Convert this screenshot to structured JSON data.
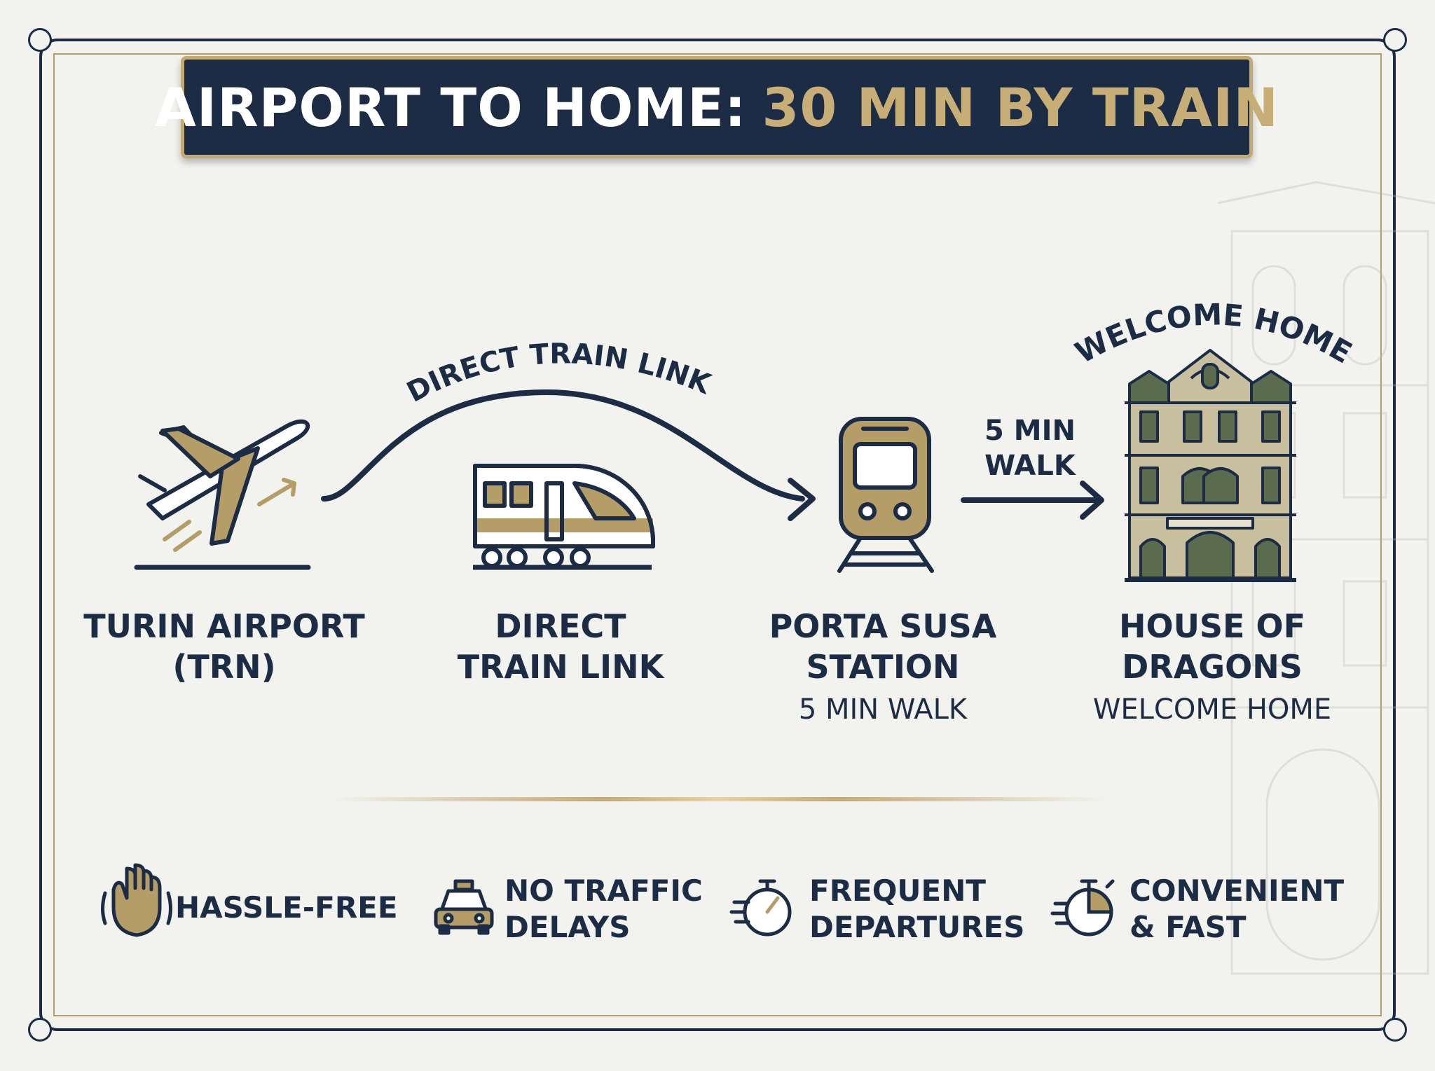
{
  "title": {
    "part1": "AIRPORT TO HOME:",
    "part2": "30 MIN BY TRAIN"
  },
  "arc_label": "DIRECT TRAIN LINK",
  "welcome_arc": "WELCOME HOME",
  "walk_label": {
    "line1": "5 MIN",
    "line2": "WALK"
  },
  "stops": [
    {
      "line1": "TURIN AIRPORT",
      "line2": "(TRN)",
      "sub": ""
    },
    {
      "line1": "DIRECT",
      "line2": "TRAIN LINK",
      "sub": ""
    },
    {
      "line1": "PORTA SUSA",
      "line2": "STATION",
      "sub": "5 MIN WALK"
    },
    {
      "line1": "HOUSE OF",
      "line2": "DRAGONS",
      "sub": "WELCOME HOME"
    }
  ],
  "features": [
    {
      "line1": "HASSLE-FREE",
      "line2": "",
      "icon": "hand-icon"
    },
    {
      "line1": "NO TRAFFIC",
      "line2": "DELAYS",
      "icon": "taxi-icon"
    },
    {
      "line1": "FREQUENT",
      "line2": "DEPARTURES",
      "icon": "stopwatch-icon"
    },
    {
      "line1": "CONVENIENT",
      "line2": "& FAST",
      "icon": "timer-icon"
    }
  ],
  "colors": {
    "navy": "#1c2c45",
    "gold": "#c3aa73",
    "green": "#5a6b4e",
    "background": "#f2f3ee"
  }
}
